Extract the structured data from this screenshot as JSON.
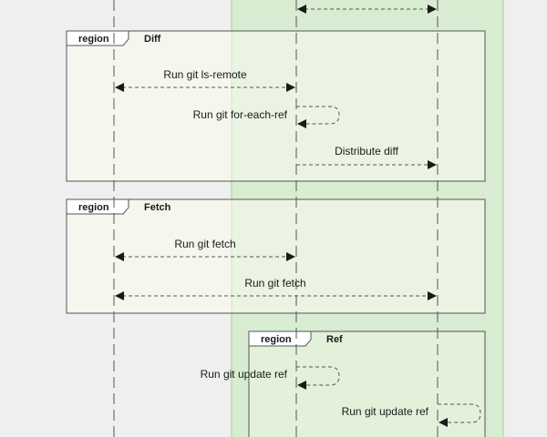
{
  "colors": {
    "page_background": "#efefef",
    "highlight_box": "#d8ecd2",
    "highlight_box_border": "#9fd28d",
    "region_fill": "#fbfcef",
    "region_border": "#555555",
    "line": "#555555",
    "text": "#1a1a1a"
  },
  "regions": [
    {
      "tag": "region",
      "title": "Diff"
    },
    {
      "tag": "region",
      "title": "Fetch"
    },
    {
      "tag": "region",
      "title": "Ref"
    }
  ],
  "messages": [
    {
      "label": "Run git ls-remote",
      "kind": "bidirectional"
    },
    {
      "label": "Run git for-each-ref",
      "kind": "self"
    },
    {
      "label": "Distribute diff",
      "kind": "arrow"
    },
    {
      "label": "Run git fetch",
      "kind": "bidirectional"
    },
    {
      "label": "Run git fetch",
      "kind": "bidirectional"
    },
    {
      "label": "Run git update ref",
      "kind": "self"
    },
    {
      "label": "Run git update ref",
      "kind": "self"
    }
  ]
}
